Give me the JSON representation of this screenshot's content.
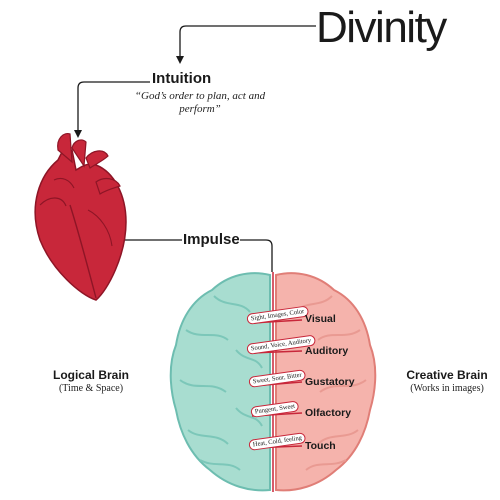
{
  "title": "Divinity",
  "intuition": {
    "label": "Intuition",
    "quote": "“God’s order to plan, act and perform”"
  },
  "impulse": "Impulse",
  "logical_brain": {
    "label": "Logical Brain",
    "sub": "(Time & Space)"
  },
  "creative_brain": {
    "label": "Creative Brain",
    "sub": "(Works in images)"
  },
  "senses": [
    {
      "name": "Visual",
      "items": "Sight, Images, Color"
    },
    {
      "name": "Auditory",
      "items": "Sound, Voice, Auditory"
    },
    {
      "name": "Gustatory",
      "items": "Sweet, Sour, Bitter"
    },
    {
      "name": "Olfactory",
      "items": "Pungent, Sweet"
    },
    {
      "name": "Touch",
      "items": "Heat, Cold, feeling"
    }
  ],
  "colors": {
    "heart": "#c8273a",
    "left_brain": "#a8ddd0",
    "right_brain": "#f5b3ac",
    "connector": "#c8273a"
  }
}
